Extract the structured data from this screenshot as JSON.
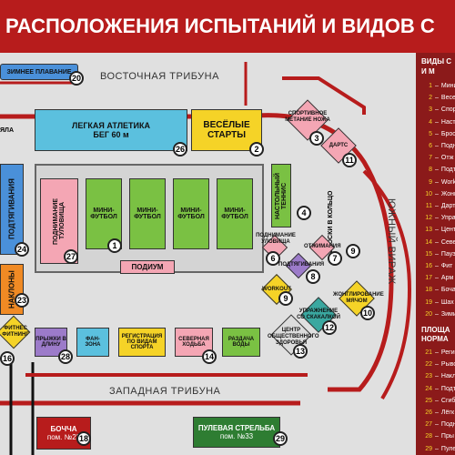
{
  "header": {
    "title": "РАСПОЛОЖЕНИЯ ИСПЫТАНИЙ И ВИДОВ С"
  },
  "tribunes": {
    "east": "ВОСТОЧНАЯ ТРИБУНА",
    "west": "ЗАПАДНАЯ ТРИБУНА",
    "south": "ЮЖНЫЙ ВИРАЖ"
  },
  "zones": {
    "z20": {
      "label": "ЗИМНЕЕ ПЛАВАНИЕ",
      "num": "20"
    },
    "athletics": {
      "label1": "ЛЕГКАЯ АТЛЕТИКА",
      "label2": "БЕГ 60 м",
      "num": "26"
    },
    "fun_starts": {
      "label1": "ВЕСЁЛЫЕ",
      "label2": "СТАРТЫ",
      "num": "2"
    },
    "knife": {
      "label": "СПОРТИВНОЕ МЕТАНИЕ НОЖА",
      "num": "3"
    },
    "darts": {
      "label": "ДАРТС",
      "num": "11"
    },
    "table_tennis": {
      "label": "НАСТОЛЬНЫЙ ТЕННИС",
      "num": "4"
    },
    "basket": {
      "label": "БРОСКИ В КОЛЬЦО",
      "num": "9"
    },
    "minifootball": {
      "label1": "МИНИ-",
      "label2": "ФУТБОЛ",
      "num": "1"
    },
    "torso": {
      "label": "ПОДНИМАНИЕ ТУЛОВИЩА",
      "num": "27"
    },
    "podium": {
      "label": "ПОДИУМ"
    },
    "pullups_low": {
      "label": "ПОДНИМАНИЕ УЛОВИЩА",
      "num": "6"
    },
    "pushups": {
      "label": "ОТЖИМАНИЯ",
      "num": "7"
    },
    "pullups": {
      "label": "ПОДТЯГИВАНИЯ",
      "num": "8"
    },
    "workout": {
      "label": "WORKOUT",
      "num": "9"
    },
    "juggling": {
      "label": "ЖОНГЛИРОВАНИЕ МЯЧОМ",
      "num": "10"
    },
    "rope": {
      "label": "УПРАЖНЕНИЕ СО СКАКАЛКОЙ",
      "num": "12"
    },
    "health": {
      "label": "ЦЕНТР ОБЩЕСТВЕННОГО ЗДОРОВЬЯ",
      "num": "13"
    },
    "left_pullups": {
      "label": "ПОДТЯГИВАНИЯ",
      "num": "24"
    },
    "left_bends": {
      "label": "НАКЛОНЫ",
      "num": "23"
    },
    "left_top": {
      "label": "ЯЛА"
    },
    "fitness": {
      "label": "ФИТНЕС ФИТНИНГ",
      "num": "16"
    },
    "long_jump": {
      "label": "ПРЫЖКИ В ДЛИНУ",
      "num": "28"
    },
    "fanzone": {
      "label": "ФАН- ЗОНА"
    },
    "registration": {
      "label": "РЕГИСТРАЦИЯ ПО ВИДАМ СПОРТА"
    },
    "nordic": {
      "label": "СЕВЕРНАЯ ХОДЬБА",
      "num": "14"
    },
    "water": {
      "label": "РАЗДАЧА ВОДЫ"
    },
    "barrel": {
      "label1": "БОЧЧА",
      "label2": "пом. №23",
      "num": "18"
    },
    "shooting": {
      "label1": "ПУЛЕВАЯ СТРЕЛЬБА",
      "label2": "пом. №33",
      "num": "29"
    }
  },
  "panel": {
    "title1": "ВИДЫ С",
    "title2": "И М",
    "items": [
      {
        "n": "1",
        "t": "Мини"
      },
      {
        "n": "2",
        "t": "Весе"
      },
      {
        "n": "3",
        "t": "Спор"
      },
      {
        "n": "4",
        "t": "Наст"
      },
      {
        "n": "5",
        "t": "Брос"
      },
      {
        "n": "6",
        "t": "Подн"
      },
      {
        "n": "7",
        "t": "Отж"
      },
      {
        "n": "8",
        "t": "Подт"
      },
      {
        "n": "9",
        "t": "Work"
      },
      {
        "n": "10",
        "t": "Жонг"
      },
      {
        "n": "11",
        "t": "Дарт"
      },
      {
        "n": "12",
        "t": "Упра"
      },
      {
        "n": "13",
        "t": "Цент"
      },
      {
        "n": "14",
        "t": "Севе"
      },
      {
        "n": "15",
        "t": "Пауэ"
      },
      {
        "n": "16",
        "t": "Фит"
      },
      {
        "n": "17",
        "t": "Арм"
      },
      {
        "n": "18",
        "t": "Боча"
      },
      {
        "n": "19",
        "t": "Шах"
      },
      {
        "n": "20",
        "t": "Зими"
      }
    ],
    "title3": "ПЛОЩА",
    "title4": "НОРМА",
    "items2": [
      {
        "n": "21",
        "t": "Регистр"
      },
      {
        "n": "22",
        "t": "Рывок"
      },
      {
        "n": "23",
        "t": "Накл"
      },
      {
        "n": "24",
        "t": "Подт"
      },
      {
        "n": "25",
        "t": "Сгиб"
      },
      {
        "n": "26",
        "t": "Лёгк"
      },
      {
        "n": "27",
        "t": "Подн"
      },
      {
        "n": "28",
        "t": "Пры"
      },
      {
        "n": "29",
        "t": "Пуле"
      }
    ]
  },
  "colors": {
    "red": "#b71c1c",
    "green": "#7ac143",
    "blue": "#4a90d9",
    "yellow": "#f5d327",
    "orange": "#f08a24",
    "pink": "#f4a6b4",
    "purple": "#9c7bc9",
    "teal": "#3aa8a0",
    "cyan": "#5bc0de"
  }
}
